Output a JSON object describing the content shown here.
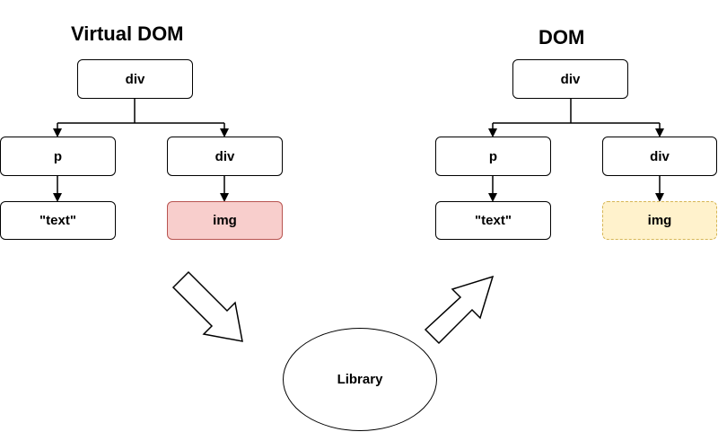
{
  "virtual_dom": {
    "title": "Virtual DOM",
    "root": "div",
    "left_child": "p",
    "left_leaf": "\"text\"",
    "right_child": "div",
    "right_leaf": "img"
  },
  "real_dom": {
    "title": "DOM",
    "root": "div",
    "left_child": "p",
    "left_leaf": "\"text\"",
    "right_child": "div",
    "right_leaf": "img"
  },
  "library": {
    "label": "Library"
  },
  "colors": {
    "removed_fill": "#f8cecc",
    "removed_stroke": "#b85450",
    "pending_fill": "#fff2cc",
    "pending_stroke": "#d6b656"
  }
}
